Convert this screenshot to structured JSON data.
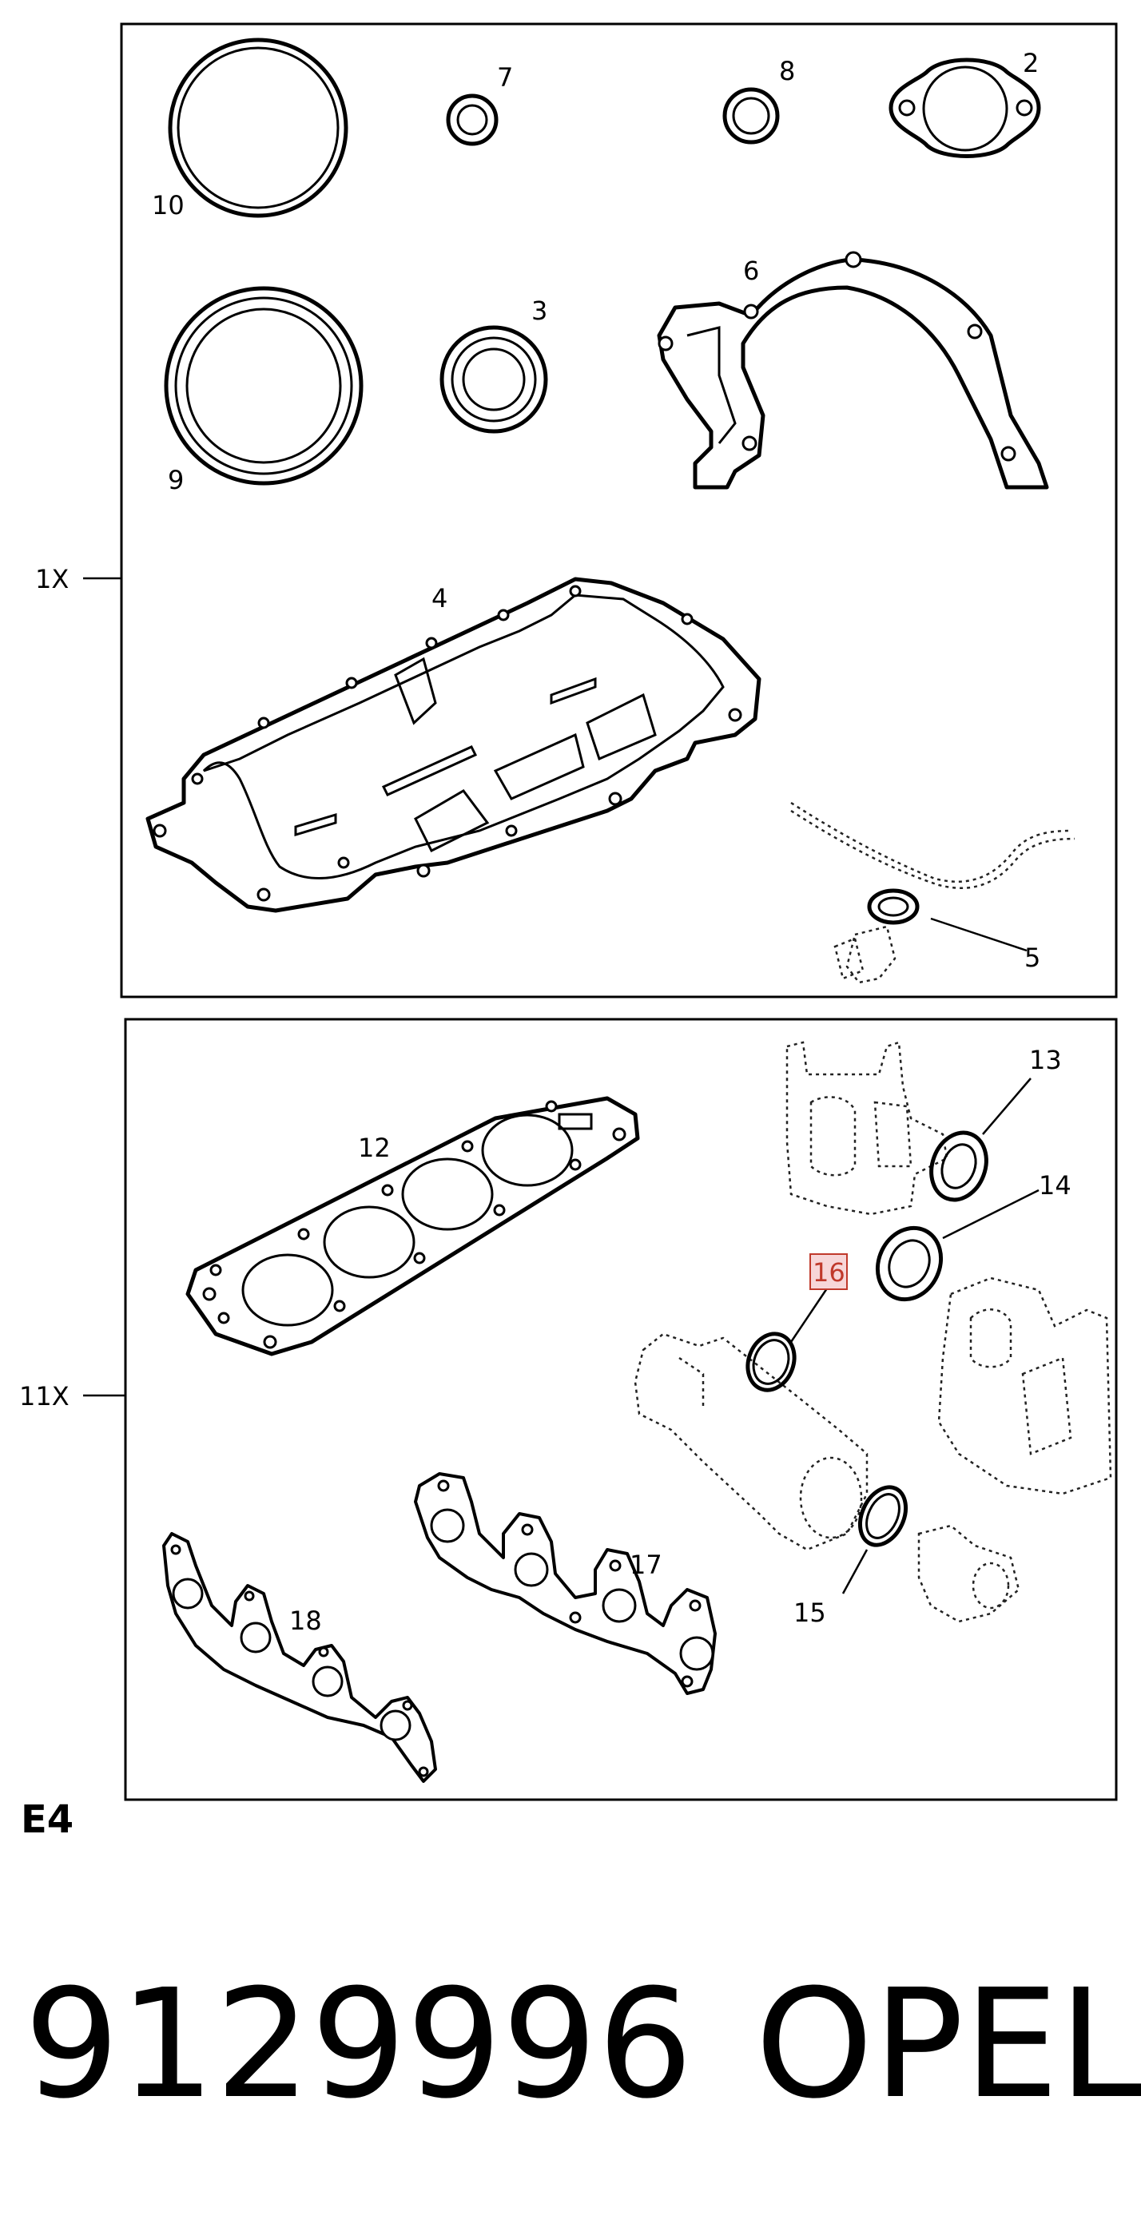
{
  "sections": [
    {
      "quantity": "1X",
      "callouts": [
        "10",
        "7",
        "8",
        "2",
        "6",
        "3",
        "9",
        "4",
        "5"
      ]
    },
    {
      "quantity": "11X",
      "callouts": [
        "13",
        "14",
        "12",
        "16",
        "15",
        "17",
        "18"
      ]
    }
  ],
  "highlighted_callout": "16",
  "highlight_color": "#c0392b",
  "section_code": "E4",
  "footer": {
    "part_number": "9129996",
    "brand": "OPEL"
  }
}
